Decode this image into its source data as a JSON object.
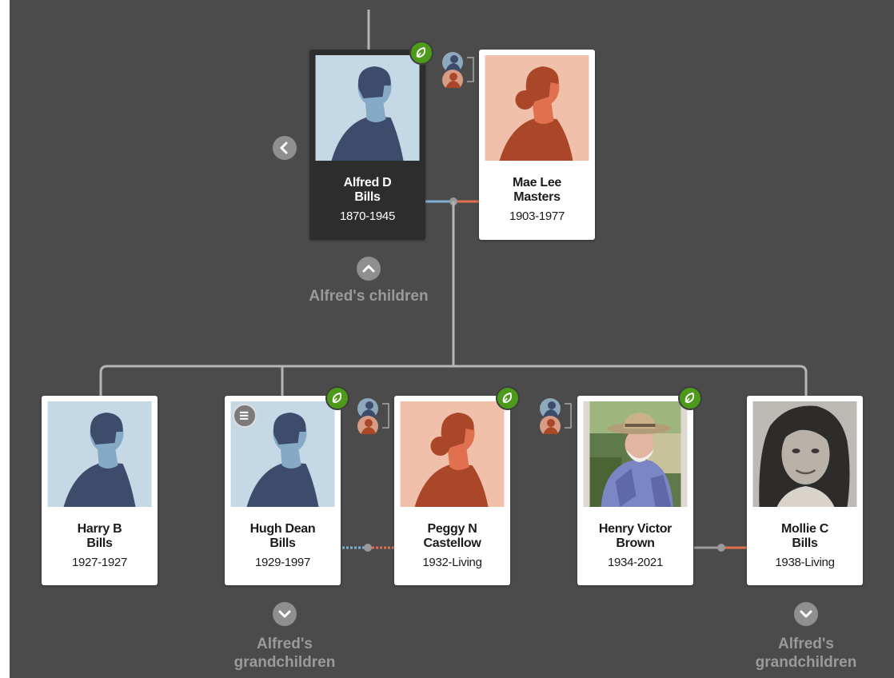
{
  "top_family": {
    "focus": {
      "name_line1": "Alfred D",
      "name_line2": "Bills",
      "dates": "1870-1945"
    },
    "spouse": {
      "name_line1": "Mae Lee",
      "name_line2": "Masters",
      "dates": "1903-1977"
    },
    "collapse_label": "Alfred's children"
  },
  "children": [
    {
      "name_line1": "Harry B",
      "name_line2": "Bills",
      "dates": "1927-1927"
    },
    {
      "name_line1": "Hugh Dean",
      "name_line2": "Bills",
      "dates": "1929-1997"
    },
    {
      "name_line1": "Peggy N",
      "name_line2": "Castellow",
      "dates": "1932-Living"
    },
    {
      "name_line1": "Henry Victor",
      "name_line2": "Brown",
      "dates": "1934-2021"
    },
    {
      "name_line1": "Mollie C",
      "name_line2": "Bills",
      "dates": "1938-Living"
    }
  ],
  "expanders": {
    "left": {
      "line1": "Alfred's",
      "line2": "grandchildren"
    },
    "right": {
      "line1": "Alfred's",
      "line2": "grandchildren"
    }
  },
  "icons": {
    "hint_badge": "leaf-hint-icon",
    "nav_back": "chevron-left-icon",
    "collapse": "chevron-up-icon",
    "expand": "chevron-down-icon",
    "menu": "list-menu-icon",
    "parents": "parents-icon"
  },
  "colors": {
    "background": "#4b4b4b",
    "selected_card": "#2d2d2d",
    "hint_green": "#4c9a1a",
    "male_line": "#7fb0d0",
    "female_line": "#e0704f",
    "connector": "#b5b5b5"
  }
}
